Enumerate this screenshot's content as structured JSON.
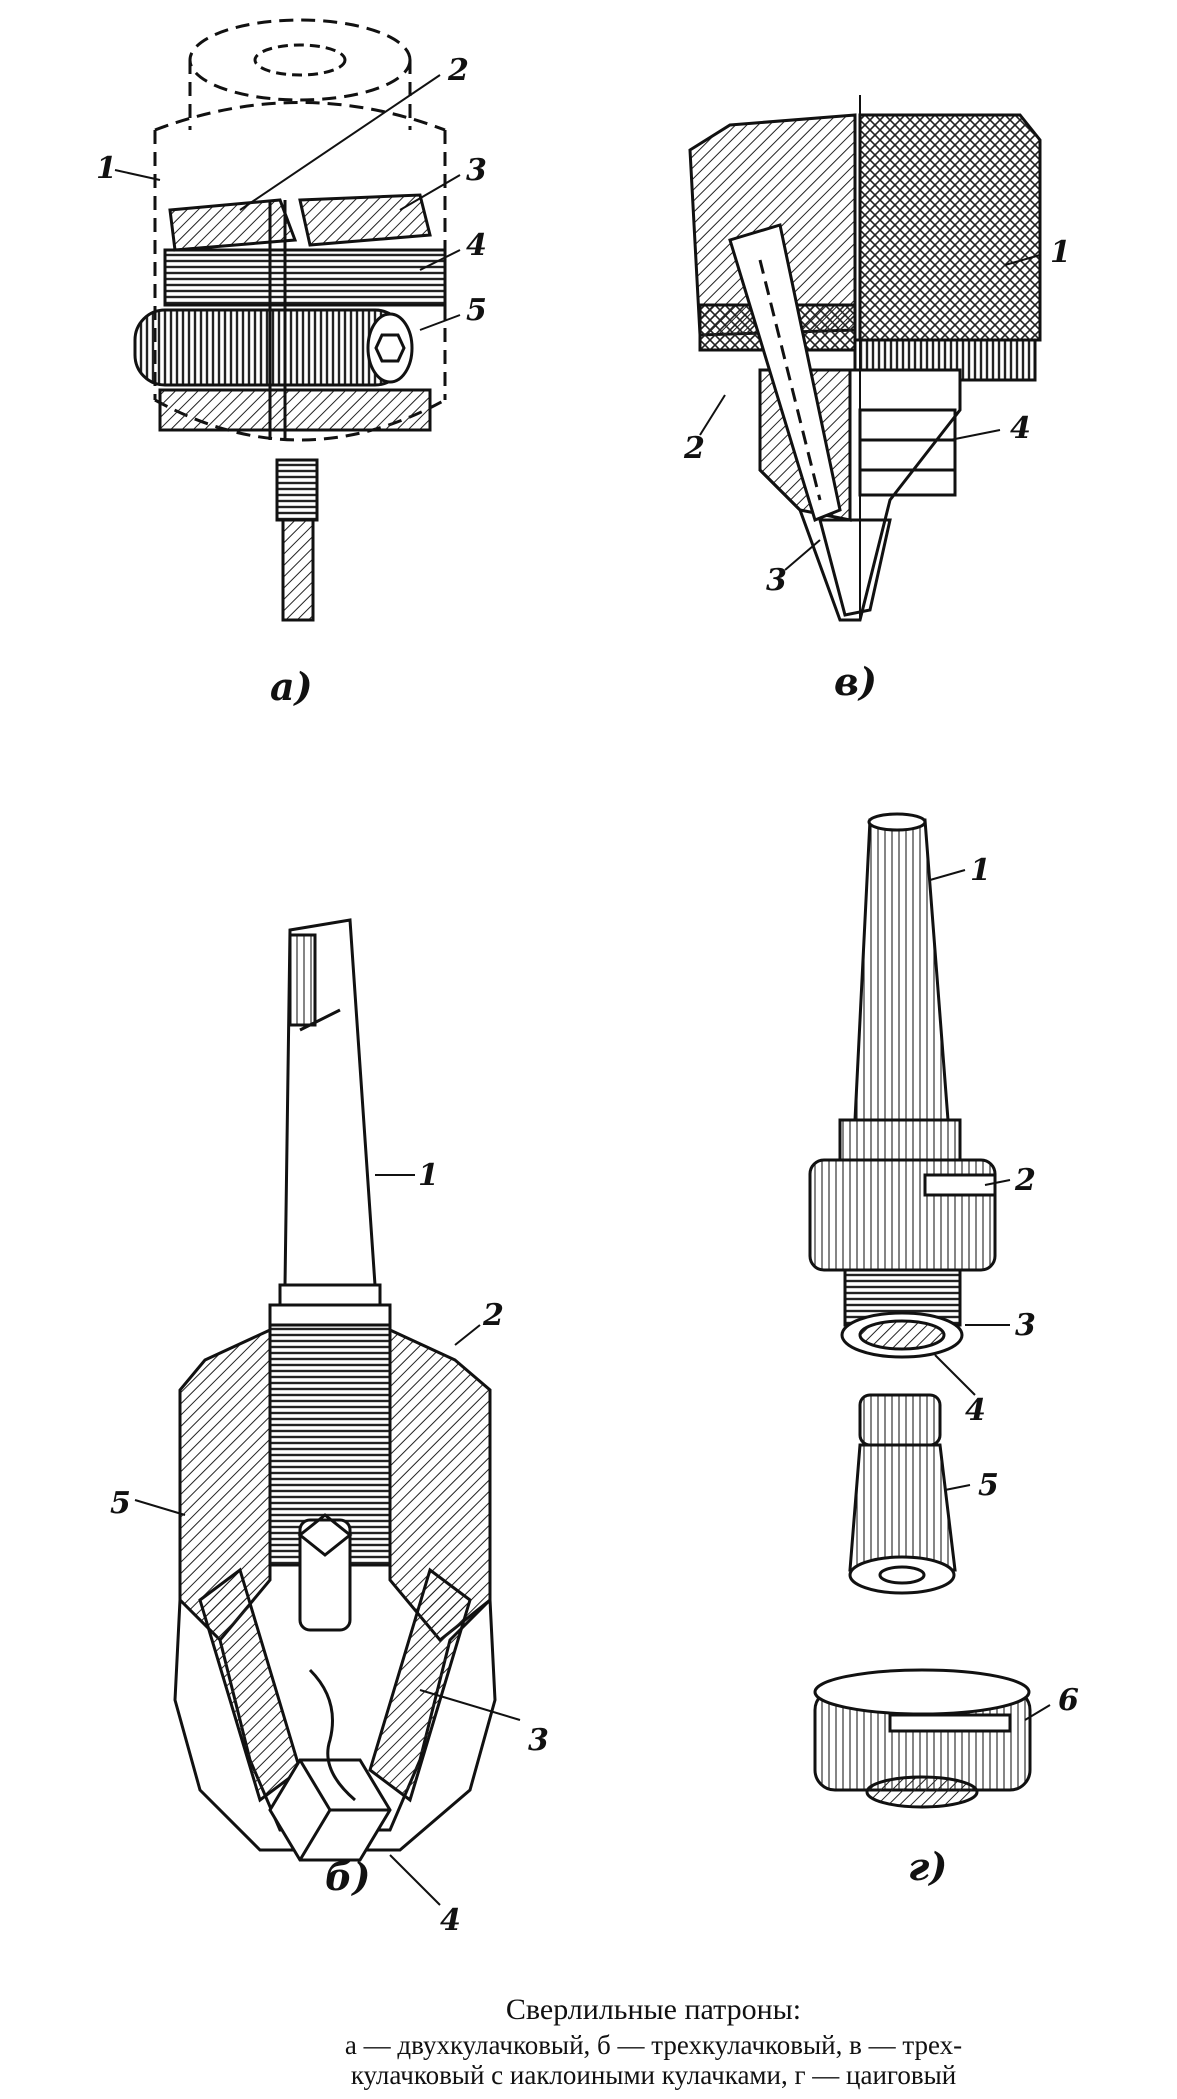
{
  "figure": {
    "panels": {
      "a": {
        "sublabel": "а)",
        "callouts": [
          "1",
          "2",
          "3",
          "4",
          "5"
        ]
      },
      "v": {
        "sublabel": "в)",
        "callouts": [
          "1",
          "2",
          "3",
          "4"
        ]
      },
      "b": {
        "sublabel": "б)",
        "callouts": [
          "1",
          "2",
          "3",
          "4",
          "5"
        ]
      },
      "g": {
        "sublabel": "г)",
        "callouts": [
          "1",
          "2",
          "3",
          "4",
          "5",
          "6"
        ]
      }
    },
    "caption": {
      "title": "Сверлильные патроны:",
      "line1": "а — двухкулачковый, б — трехкулачковый, в — трех-",
      "line2": "кулачковый с иаклоиными кулачками, г — цаиговый"
    }
  }
}
